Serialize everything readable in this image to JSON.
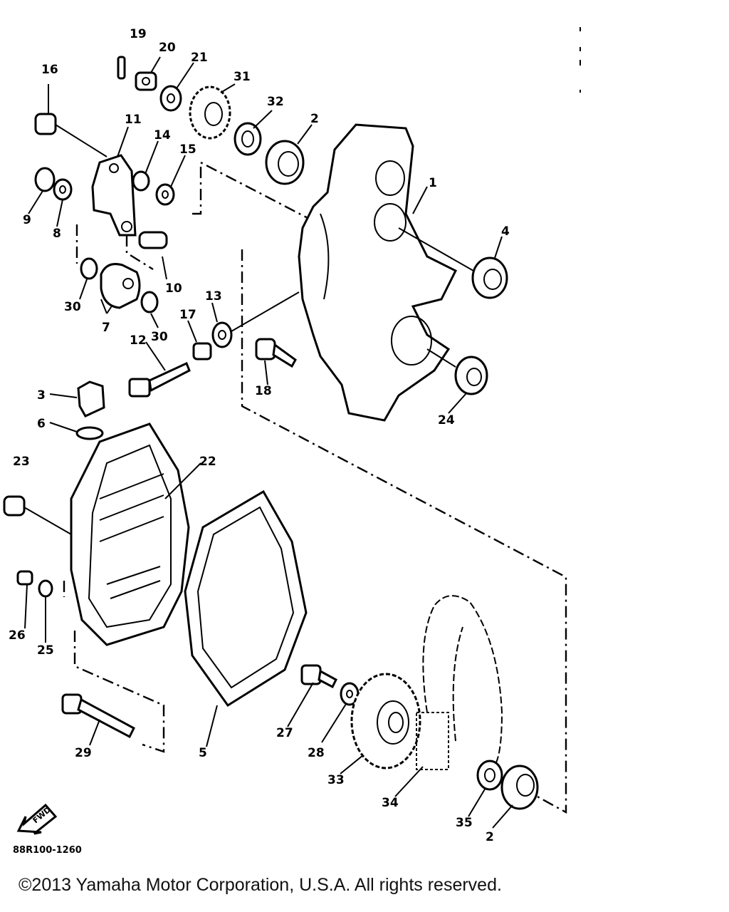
{
  "callouts": [
    "19",
    "20",
    "21",
    "31",
    "16",
    "11",
    "14",
    "15",
    "32",
    "2",
    "1",
    "9",
    "8",
    "4",
    "10",
    "30",
    "7",
    "30",
    "13",
    "17",
    "12",
    "18",
    "24",
    "3",
    "6",
    "23",
    "22",
    "26",
    "25",
    "5",
    "27",
    "28",
    "29",
    "33",
    "34",
    "35",
    "2"
  ],
  "direction_icon": "fwd-arrow-icon",
  "direction_label": "FWD",
  "figure_code": "88R100-1260",
  "copyright": "©2013 Yamaha Motor Corporation, U.S.A. All rights reserved."
}
